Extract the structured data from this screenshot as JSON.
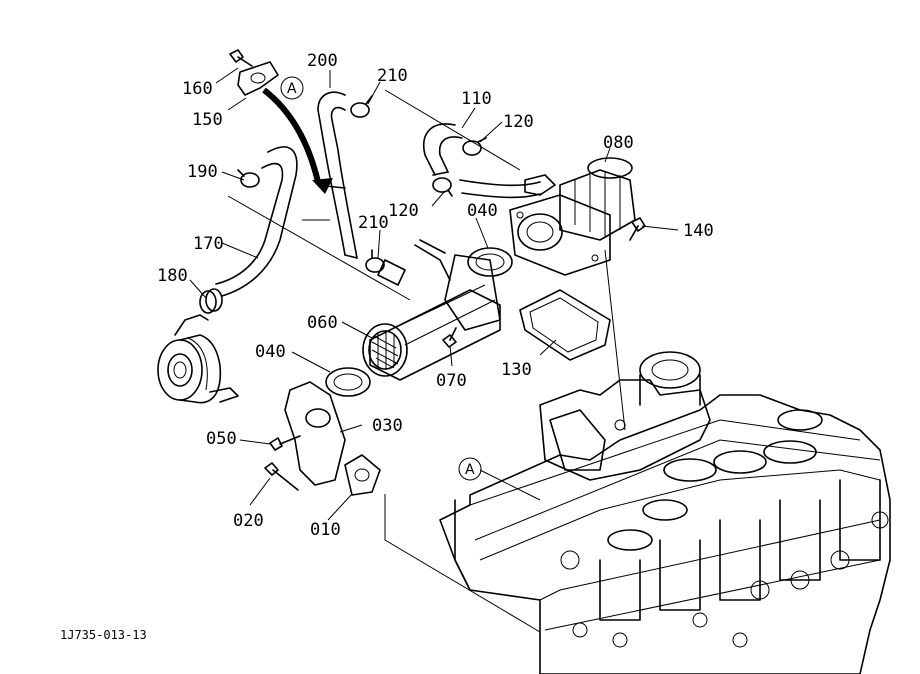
{
  "diagram": {
    "drawing_ref": "1J735-013-13",
    "callout_letter": "A",
    "labels": {
      "p010": "010",
      "p020": "020",
      "p030": "030",
      "p040a": "040",
      "p040b": "040",
      "p050": "050",
      "p060": "060",
      "p070": "070",
      "p080": "080",
      "p110": "110",
      "p120a": "120",
      "p120b": "120",
      "p130": "130",
      "p140": "140",
      "p150": "150",
      "p160": "160",
      "p170": "170",
      "p180": "180",
      "p190": "190",
      "p200": "200",
      "p210a": "210",
      "p210b": "210"
    }
  }
}
